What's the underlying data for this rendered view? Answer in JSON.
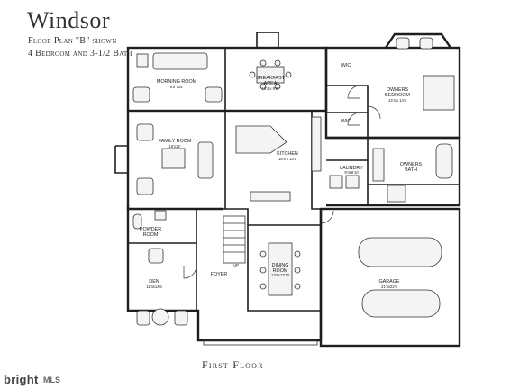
{
  "header": {
    "title": "Windsor",
    "subtitle_line1": "Floor Plan \"B\" shown",
    "subtitle_line2": "4 Bedroom and 3-1/2 Bath"
  },
  "rooms": {
    "morning": {
      "name": "MORNING ROOM",
      "dims": "9'8\"x16'"
    },
    "breakfast": {
      "name": "BREAKFAST",
      "name2": "AREA",
      "dims": "16'4 x 9'8\""
    },
    "family": {
      "name": "FAMILY ROOM",
      "dims": "16'x16'"
    },
    "kitchen": {
      "name": "KITCHEN",
      "dims": "16'8 x 13'8"
    },
    "wic1": {
      "name": "WIC"
    },
    "wic2": {
      "name": "WIC"
    },
    "owners_bedroom": {
      "name": "OWNERS",
      "name2": "BEDROOM",
      "dims": "14'4 x 14'6"
    },
    "laundry": {
      "name": "LAUNDRY",
      "dims": "9'4x6'10"
    },
    "owners_bath": {
      "name": "OWNERS",
      "name2": "BATH"
    },
    "powder": {
      "name": "POWDER",
      "name2": "ROOM"
    },
    "foyer": {
      "name": "FOYER"
    },
    "dining": {
      "name": "DINING",
      "name2": "ROOM",
      "dims": "12'8x12'10"
    },
    "den": {
      "name": "DEN",
      "dims": "11'4x14'6"
    },
    "garage": {
      "name": "GARAGE",
      "dims": "21'5x22'6"
    }
  },
  "markers": {
    "up": "UP"
  },
  "footer": {
    "floor_label": "First Floor"
  },
  "watermark": {
    "brand": "bright",
    "mls": "MLS"
  }
}
